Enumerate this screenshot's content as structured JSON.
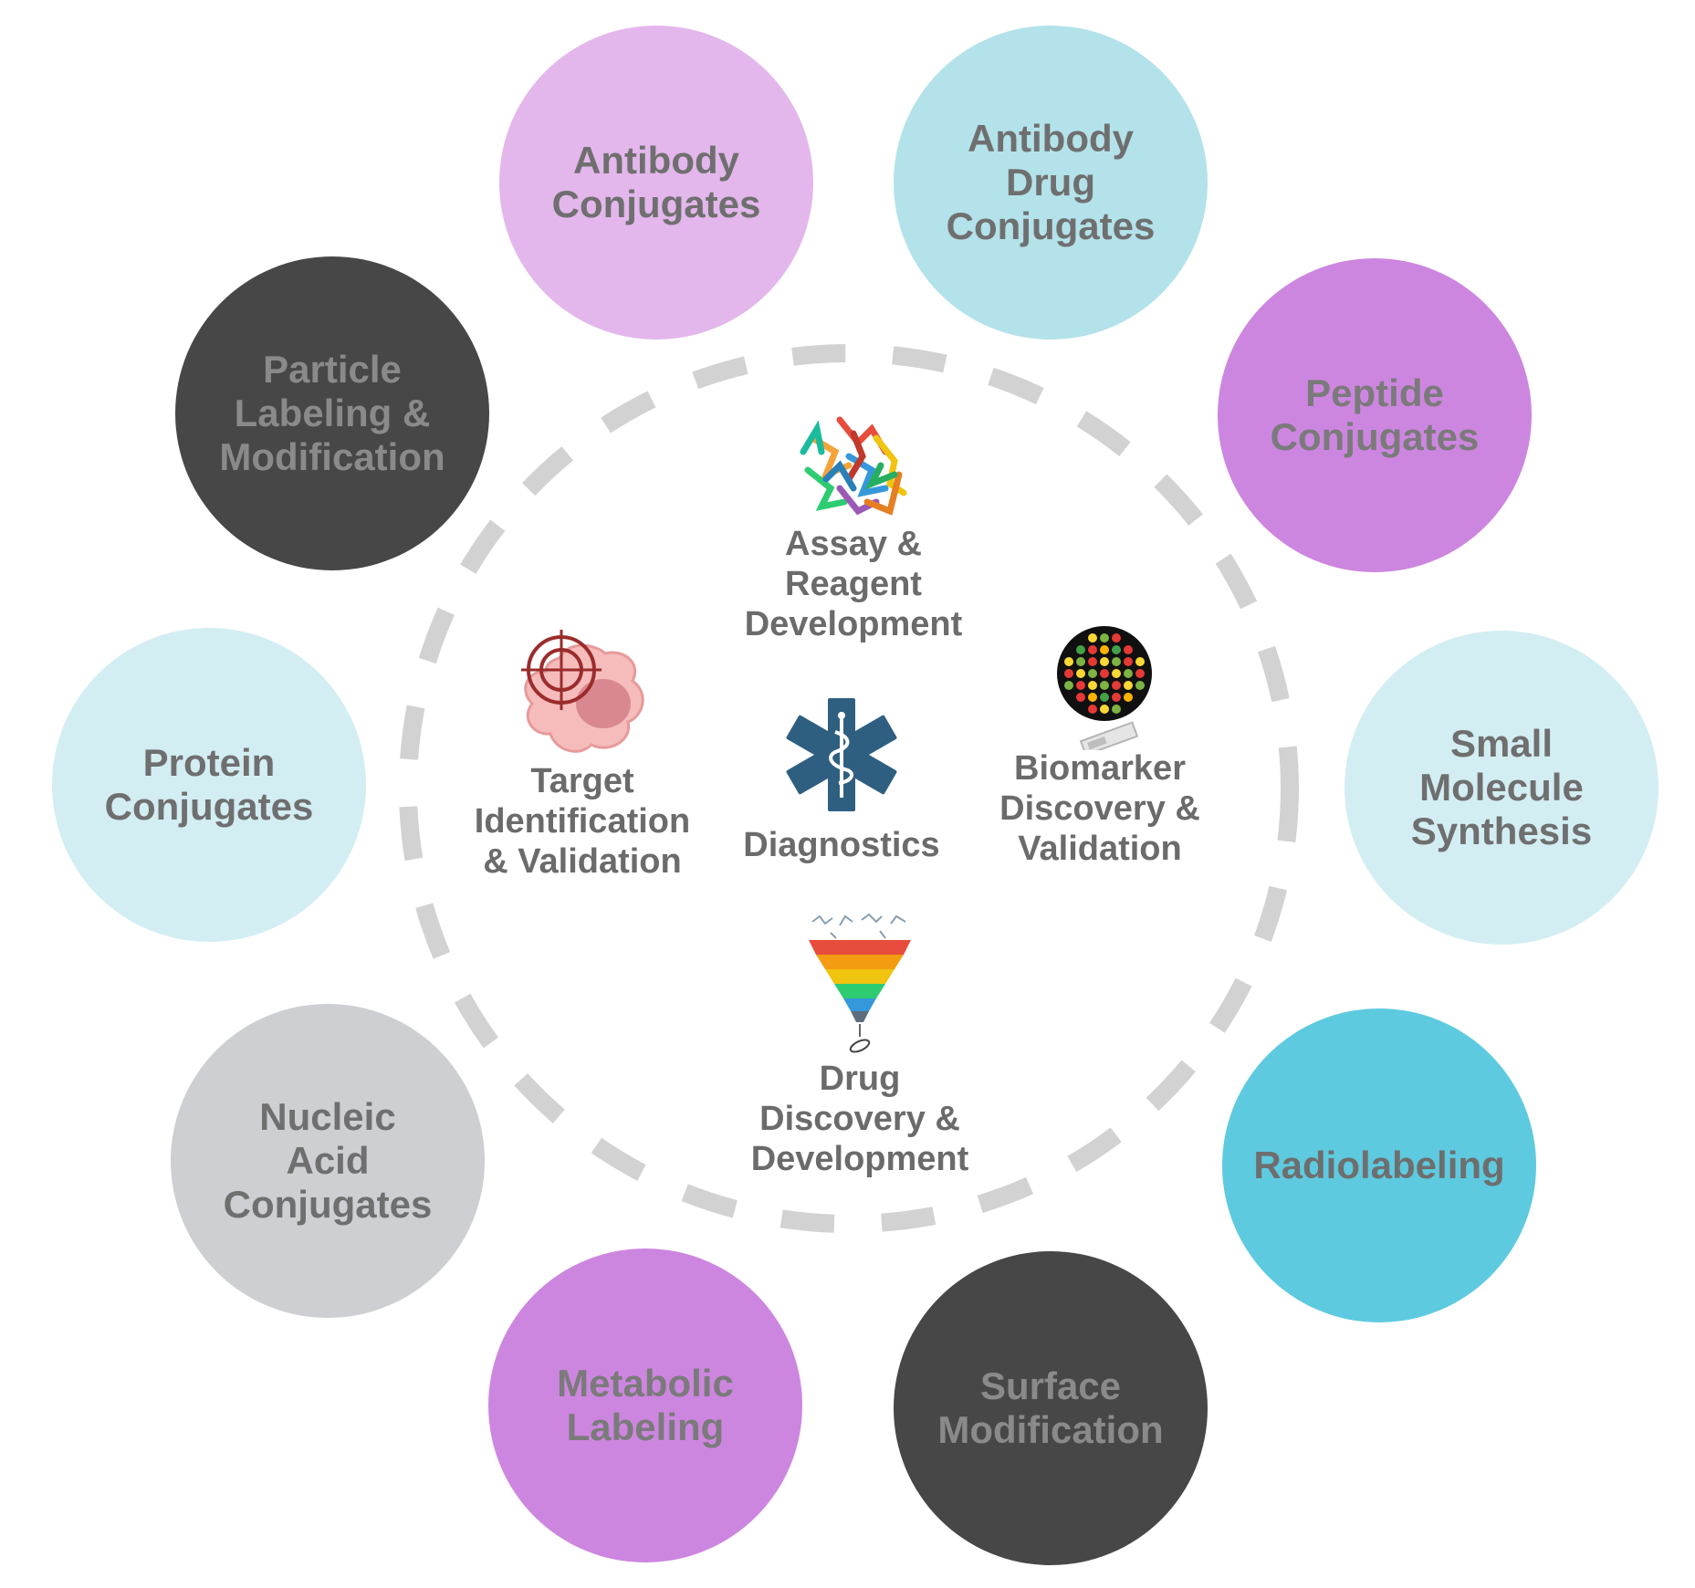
{
  "colors": {
    "lavender": "#e3b7ec",
    "light_cyan": "#b3e2ea",
    "violet": "#cd86e0",
    "charcoal": "#474747",
    "pale_cyan": "#d3eef3",
    "light_gray": "#cdcfd2",
    "cyan": "#5ecadf",
    "dash_ring": "#d2d2d2",
    "label_text": "#6b6b6b"
  },
  "outer_ring": [
    {
      "label": "Antibody\nConjugates",
      "color": "lavender"
    },
    {
      "label": "Antibody\nDrug\nConjugates",
      "color": "light_cyan"
    },
    {
      "label": "Peptide\nConjugates",
      "color": "violet"
    },
    {
      "label": "Small\nMolecule\nSynthesis",
      "color": "pale_cyan"
    },
    {
      "label": "Radiolabeling",
      "color": "cyan"
    },
    {
      "label": "Surface\nModification",
      "color": "charcoal"
    },
    {
      "label": "Metabolic\nLabeling",
      "color": "violet"
    },
    {
      "label": "Nucleic\nAcid\nConjugates",
      "color": "light_gray"
    },
    {
      "label": "Protein\nConjugates",
      "color": "pale_cyan"
    },
    {
      "label": "Particle\nLabeling &\nModification",
      "color": "charcoal"
    }
  ],
  "applications": {
    "assay": {
      "label": "Assay &\nReagent\nDevelopment",
      "icon": "protein-cluster-icon"
    },
    "target": {
      "label": "Target\nIdentification\n& Validation",
      "icon": "cell-target-icon"
    },
    "diagnostics": {
      "label": "Diagnostics",
      "icon": "star-of-life-icon"
    },
    "biomarker": {
      "label": "Biomarker\nDiscovery &\nValidation",
      "icon": "microarray-icon"
    },
    "drug": {
      "label": "Drug\nDiscovery &\nDevelopment",
      "icon": "screening-funnel-icon"
    }
  }
}
